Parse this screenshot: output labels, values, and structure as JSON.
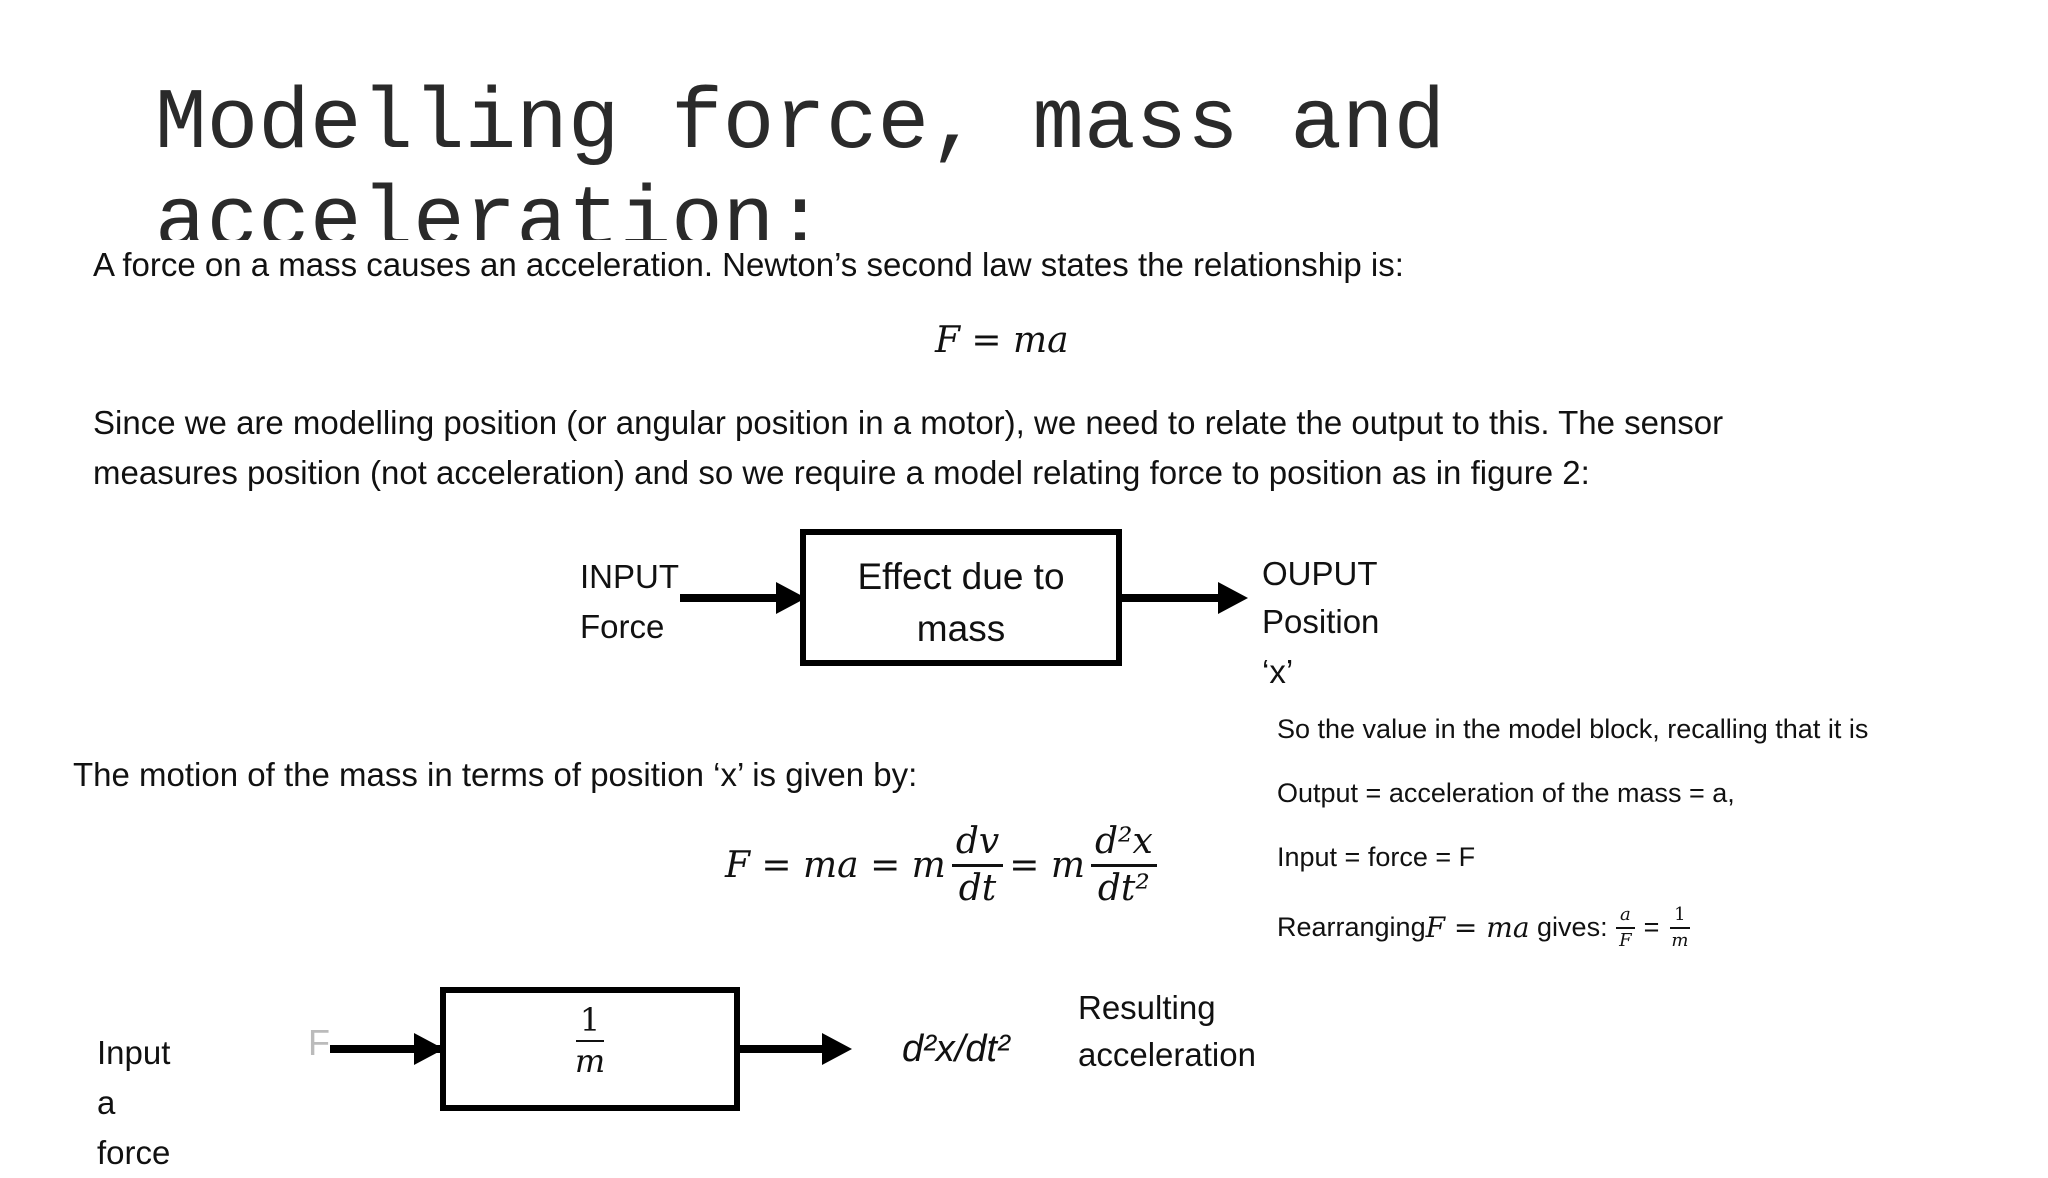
{
  "slide": {
    "title": "Modelling force, mass and acceleration:"
  },
  "intro": {
    "sentence": "A force on a mass causes an acceleration. Newton’s second law states the relationship is:",
    "equation": "F = ma",
    "para_line1": "Since we are modelling position (or angular position in a motor), we need to relate the output to this. The sensor",
    "para_line2": "measures position (not acceleration) and so we require a model relating force to position as in figure 2:"
  },
  "diagram1": {
    "input_label_1": "INPUT",
    "input_label_2": "Force",
    "box_line1": "Effect due to",
    "box_line2": "mass",
    "output_label_1": "OUPUT",
    "output_label_2": "Position ‘x’"
  },
  "motion": {
    "text": "The motion of the mass in terms of position ‘x’ is given by:",
    "eq_lhs": "F = ma = m",
    "eq_dv": "dv",
    "eq_dt": "dt",
    "eq_mid": "= m",
    "eq_d2x": "d²x",
    "eq_dt2": "dt²"
  },
  "notes": {
    "line1": "So the value in the model block, recalling that it is",
    "line2": "Output = acceleration of the mass = a,",
    "line3": "Input = force = F",
    "line4_prefix": "Rearranging ",
    "line4_eq": "F = ma",
    "line4_mid": " gives: ",
    "frac_a_num": "a",
    "frac_a_den": "F",
    "frac_eq": "=",
    "frac_1_num": "1",
    "frac_1_den": "m"
  },
  "diagram2": {
    "input_label": "Input a force",
    "input_symbol": "F",
    "box_num": "1",
    "box_den": "m",
    "output_expr": "d²x/dt²",
    "result_line1": "Resulting",
    "result_line2": "acceleration"
  }
}
